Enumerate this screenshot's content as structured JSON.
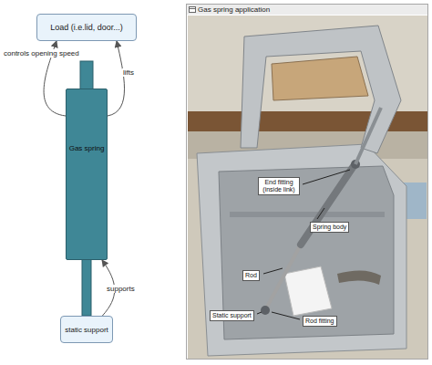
{
  "diagram": {
    "nodes": [
      {
        "text": [
          "Load (i.e.lid, door...)"
        ]
      },
      {
        "text": [
          "Gas spring"
        ]
      },
      {
        "text": [
          "static support"
        ]
      },
      {
        "text": [
          "Gas spring application"
        ]
      },
      {
        "text": [
          "End fitting (inside link)"
        ],
        "in": 3
      },
      {
        "text": [
          "Spring body"
        ],
        "in": 3
      },
      {
        "text": [
          "Rod"
        ],
        "in": 3
      },
      {
        "text": [
          "Static support"
        ],
        "in": 3
      },
      {
        "text": [
          "Rod fitting"
        ],
        "in": 3
      }
    ],
    "edges": [
      {
        "from": 1,
        "to": 0,
        "label": "controls opening speed",
        "arrow": "to"
      },
      {
        "from": 1,
        "to": 0,
        "label": "lifts",
        "arrow": "to"
      },
      {
        "from": 2,
        "to": 1,
        "label": "supports",
        "arrow": "to"
      }
    ]
  }
}
